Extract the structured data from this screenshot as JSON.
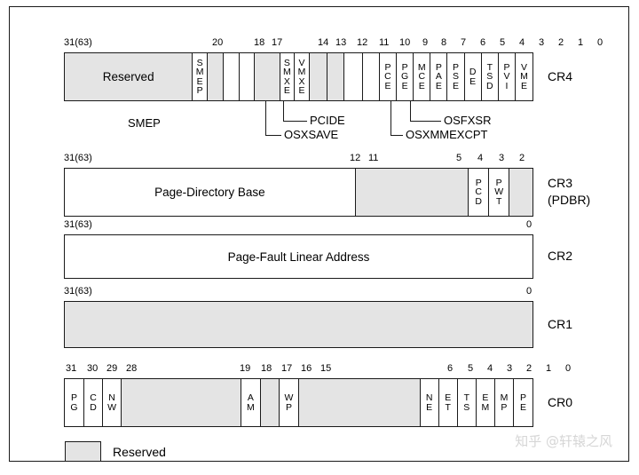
{
  "figure": {
    "legend_label": "Reserved",
    "watermark": "知乎 @轩辕之风"
  },
  "registers": [
    {
      "id": "cr4",
      "name": "CR4",
      "name_sub": "",
      "bit_labels": [
        "31(63)",
        "20",
        "18",
        "17",
        "14",
        "13",
        "12",
        "11",
        "10",
        "9",
        "8",
        "7",
        "6",
        "5",
        "4",
        "3",
        "2",
        "1",
        "0"
      ],
      "fields": [
        {
          "label": "Reserved",
          "orient": "h",
          "style": "res"
        },
        {
          "label": "SMEP",
          "orient": "v",
          "style": "plain"
        },
        {
          "label": "",
          "orient": "v",
          "style": "res"
        },
        {
          "label": "",
          "orient": "v",
          "style": "plain"
        },
        {
          "label": "",
          "orient": "v",
          "style": "plain"
        },
        {
          "label": "",
          "orient": "v",
          "style": "res"
        },
        {
          "label": "SMXE",
          "orient": "v",
          "style": "plain"
        },
        {
          "label": "VMXE",
          "orient": "v",
          "style": "plain"
        },
        {
          "label": "",
          "orient": "v",
          "style": "res"
        },
        {
          "label": "",
          "orient": "v",
          "style": "res"
        },
        {
          "label": "",
          "orient": "v",
          "style": "plain"
        },
        {
          "label": "",
          "orient": "v",
          "style": "plain"
        },
        {
          "label": "PCE",
          "orient": "v",
          "style": "plain"
        },
        {
          "label": "PGE",
          "orient": "v",
          "style": "plain"
        },
        {
          "label": "MCE",
          "orient": "v",
          "style": "plain"
        },
        {
          "label": "PAE",
          "orient": "v",
          "style": "plain"
        },
        {
          "label": "PSE",
          "orient": "v",
          "style": "plain"
        },
        {
          "label": "DE",
          "orient": "v",
          "style": "plain"
        },
        {
          "label": "TSD",
          "orient": "v",
          "style": "plain"
        },
        {
          "label": "PVI",
          "orient": "v",
          "style": "plain"
        },
        {
          "label": "VME",
          "orient": "v",
          "style": "plain"
        }
      ]
    },
    {
      "id": "cr3",
      "name": "CR3",
      "name_sub": "(PDBR)",
      "bit_labels": [
        "31(63)",
        "12",
        "11",
        "5",
        "4",
        "3",
        "2"
      ],
      "fields": [
        {
          "label": "Page-Directory Base",
          "orient": "h",
          "style": "plain"
        },
        {
          "label": "",
          "orient": "v",
          "style": "res"
        },
        {
          "label": "PCD",
          "orient": "v",
          "style": "plain"
        },
        {
          "label": "PWT",
          "orient": "v",
          "style": "plain"
        },
        {
          "label": "",
          "orient": "v",
          "style": "res"
        }
      ]
    },
    {
      "id": "cr2",
      "name": "CR2",
      "name_sub": "",
      "bit_labels": [
        "31(63)",
        "0"
      ],
      "fields": [
        {
          "label": "Page-Fault Linear Address",
          "orient": "h",
          "style": "plain"
        }
      ]
    },
    {
      "id": "cr1",
      "name": "CR1",
      "name_sub": "",
      "bit_labels": [
        "31(63)",
        "0"
      ],
      "fields": [
        {
          "label": "",
          "orient": "h",
          "style": "res"
        }
      ]
    },
    {
      "id": "cr0",
      "name": "CR0",
      "name_sub": "",
      "bit_labels": [
        "31",
        "30",
        "29",
        "28",
        "19",
        "18",
        "17",
        "16",
        "15",
        "6",
        "5",
        "4",
        "3",
        "2",
        "1",
        "0"
      ],
      "fields": [
        {
          "label": "PG",
          "orient": "v",
          "style": "plain"
        },
        {
          "label": "CD",
          "orient": "v",
          "style": "plain"
        },
        {
          "label": "NW",
          "orient": "v",
          "style": "plain"
        },
        {
          "label": "",
          "orient": "h",
          "style": "res"
        },
        {
          "label": "AM",
          "orient": "v",
          "style": "plain"
        },
        {
          "label": "",
          "orient": "v",
          "style": "res"
        },
        {
          "label": "WP",
          "orient": "v",
          "style": "plain"
        },
        {
          "label": "",
          "orient": "h",
          "style": "res"
        },
        {
          "label": "NE",
          "orient": "v",
          "style": "plain"
        },
        {
          "label": "ET",
          "orient": "v",
          "style": "plain"
        },
        {
          "label": "TS",
          "orient": "v",
          "style": "plain"
        },
        {
          "label": "EM",
          "orient": "v",
          "style": "plain"
        },
        {
          "label": "MP",
          "orient": "v",
          "style": "plain"
        },
        {
          "label": "PE",
          "orient": "v",
          "style": "plain"
        }
      ]
    }
  ],
  "callouts": [
    {
      "id": "smep",
      "label": "SMEP"
    },
    {
      "id": "pcide",
      "label": "PCIDE"
    },
    {
      "id": "osxsave",
      "label": "OSXSAVE"
    },
    {
      "id": "osfxsr",
      "label": "OSFXSR"
    },
    {
      "id": "osxmmexcpt",
      "label": "OSXMMEXCPT"
    }
  ]
}
